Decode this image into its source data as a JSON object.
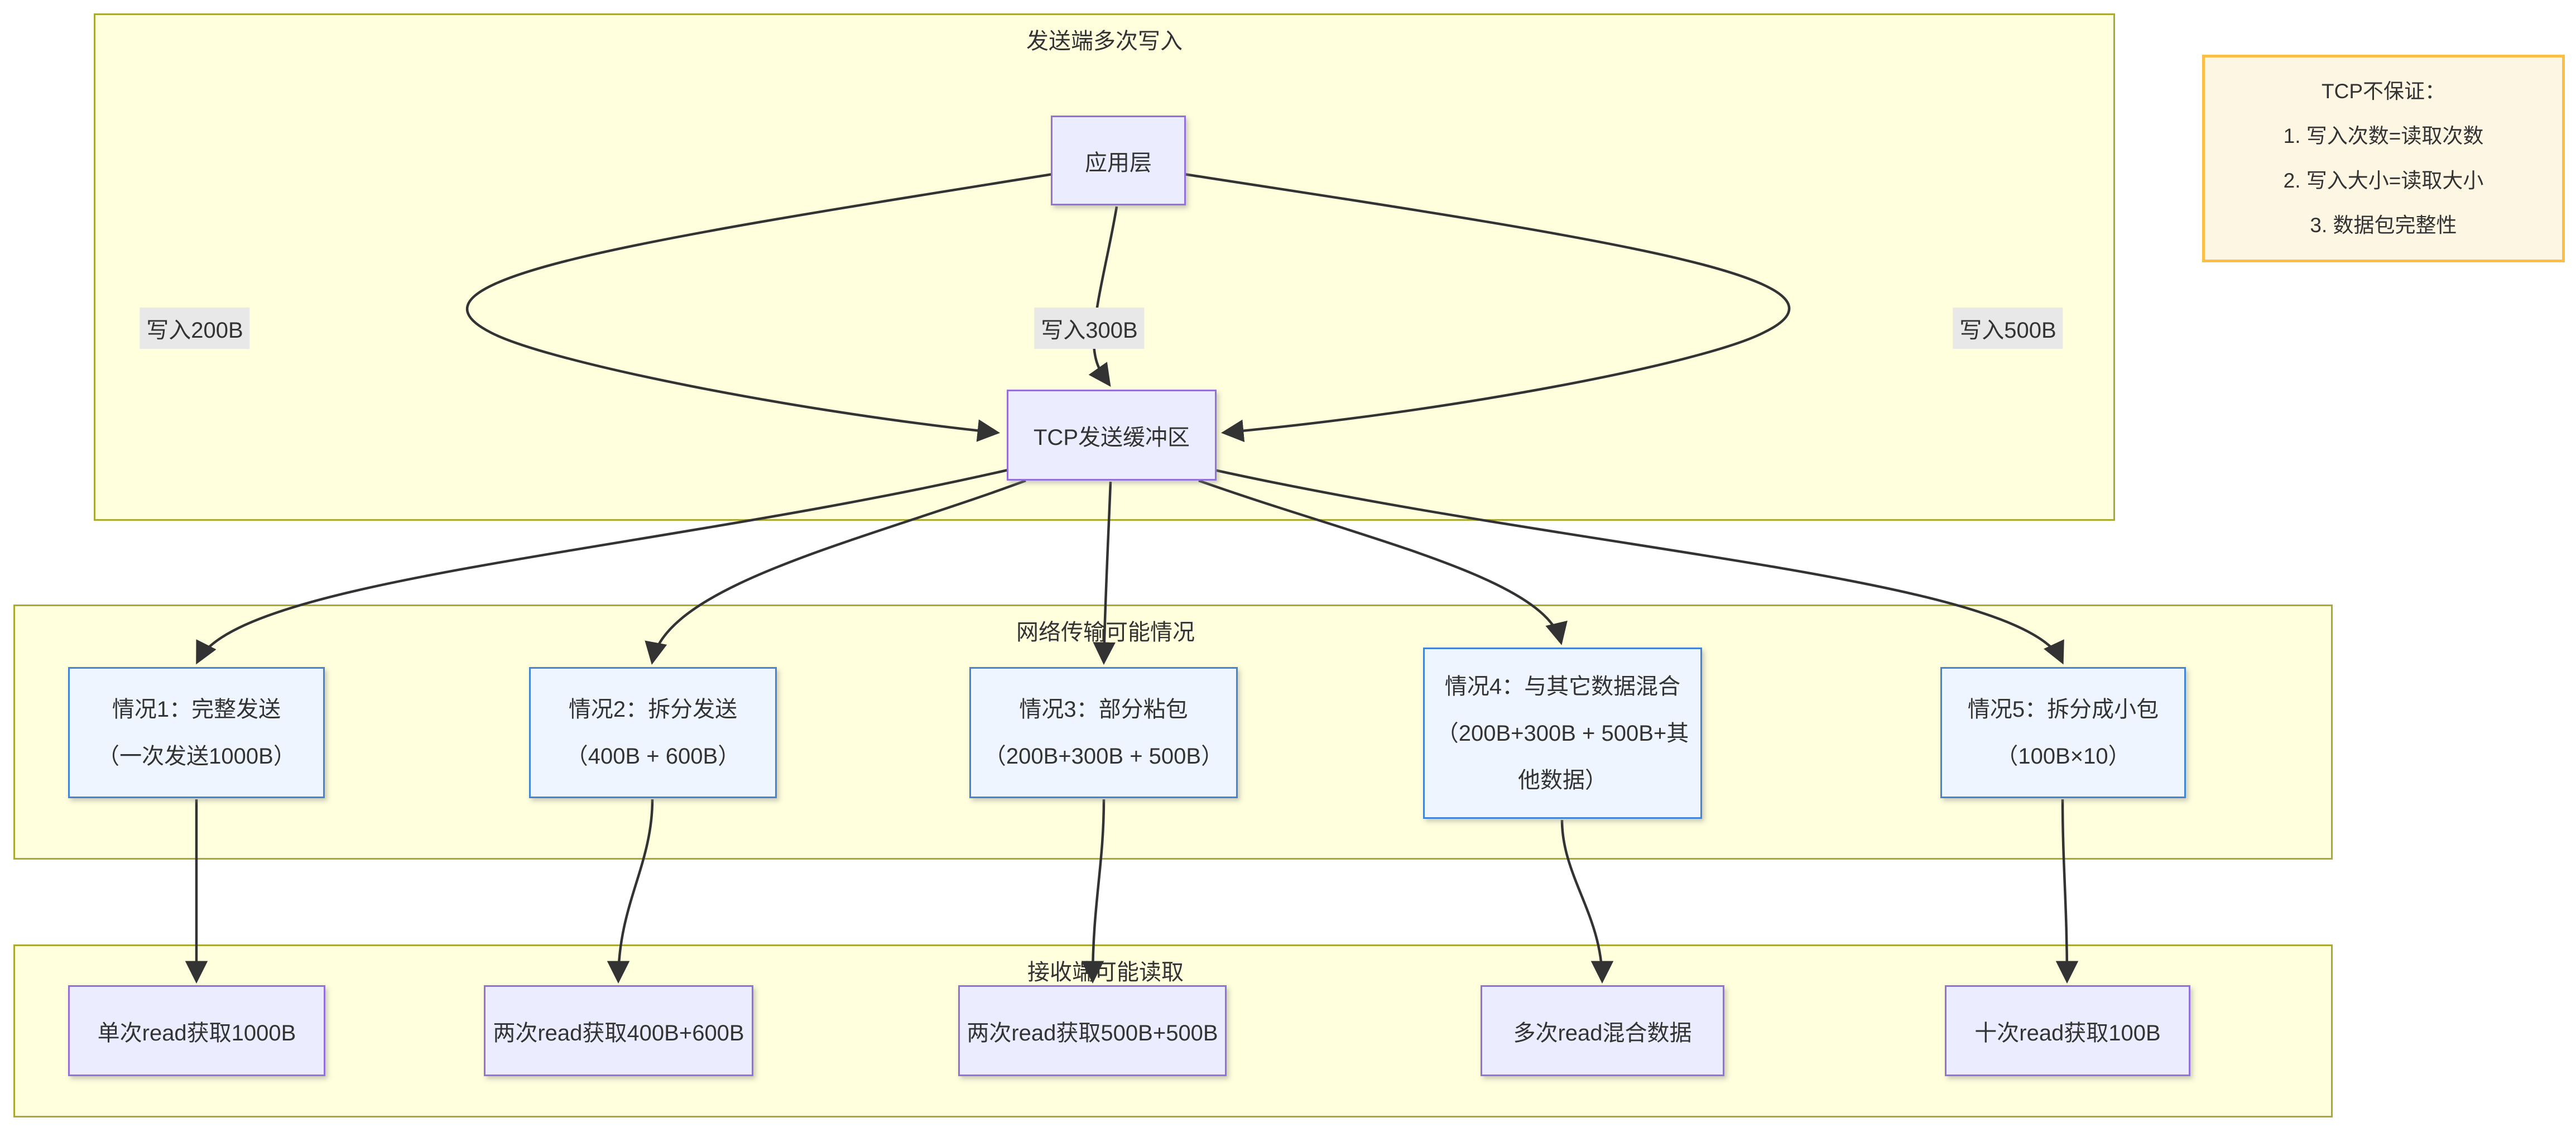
{
  "colors": {
    "cluster_fill": "#ffffde",
    "cluster_stroke": "#aaaa33",
    "purple_fill": "#ececff",
    "purple_stroke": "#9370db",
    "blue_fill": "#eff5fe",
    "blue_stroke": "#4285d6",
    "note_fill": "#fdf6e3",
    "note_stroke": "#fbbf47",
    "label_bg": "#e8e8e8",
    "edge": "#333333",
    "text": "#333333"
  },
  "sender": {
    "title": "发送端多次写入",
    "app_node": "应用层",
    "buffer_node": "TCP发送缓冲区",
    "writes": [
      "写入200B",
      "写入300B",
      "写入500B"
    ]
  },
  "note": {
    "title": "TCP不保证：",
    "items": [
      "1. 写入次数=读取次数",
      "2. 写入大小=读取大小",
      "3. 数据包完整性"
    ]
  },
  "network": {
    "title": "网络传输可能情况",
    "cases": [
      {
        "line1": "情况1：完整发送",
        "line2": "（一次发送1000B）"
      },
      {
        "line1": "情况2：拆分发送",
        "line2": "（400B + 600B）"
      },
      {
        "line1": "情况3：部分粘包",
        "line2": "（200B+300B + 500B）"
      },
      {
        "line1": "情况4：与其它数据混合",
        "line2": "（200B+300B + 500B+其他数据）"
      },
      {
        "line1": "情况5：拆分成小包",
        "line2": "（100B×10）"
      }
    ]
  },
  "receiver": {
    "title": "接收端可能读取",
    "reads": [
      "单次read获取1000B",
      "两次read获取400B+600B",
      "两次read获取500B+500B",
      "多次read混合数据",
      "十次read获取100B"
    ]
  }
}
